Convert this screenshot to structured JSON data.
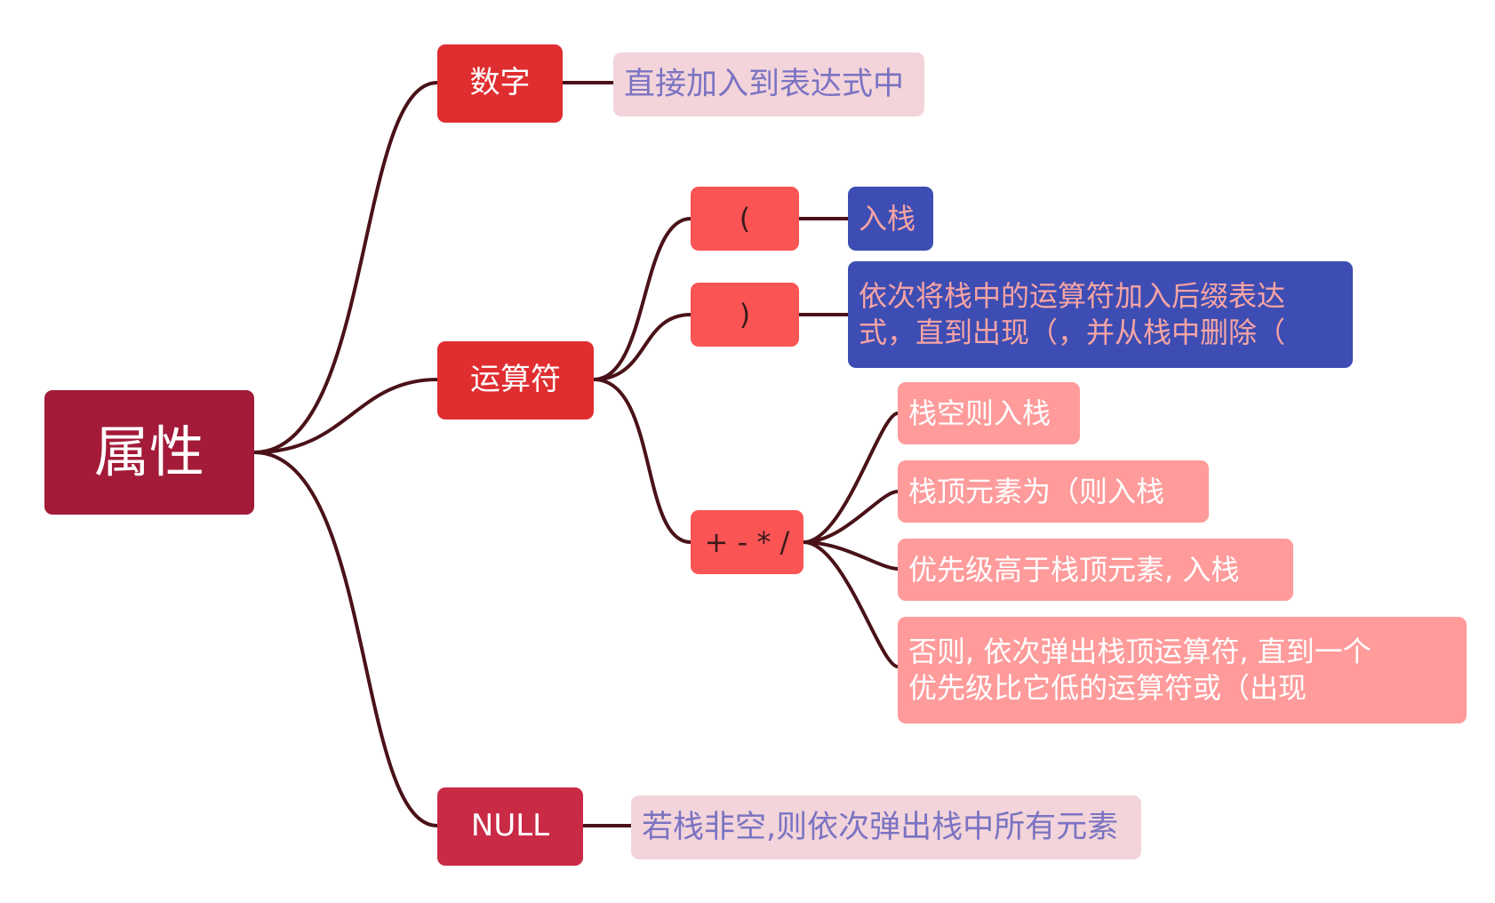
{
  "root": {
    "label": "属性",
    "color": "#a31b38"
  },
  "branches": {
    "number": {
      "label": "数字",
      "color": "#e02e30",
      "detail": "直接加入到表达式中"
    },
    "operator": {
      "label": "运算符",
      "color": "#e02e30",
      "children": {
        "open_paren": {
          "label": "(",
          "detail": "入栈"
        },
        "close_paren": {
          "label": ")",
          "detail": "依次将栈中的运算符加入后缀表达\n式，直到出现（，并从栈中删除（"
        },
        "arith": {
          "label": "+ - * /",
          "details": [
            "栈空则入栈",
            "栈顶元素为（则入栈",
            "优先级高于栈顶元素, 入栈",
            "否则, 依次弹出栈顶运算符, 直到一个\n优先级比它低的运算符或（出现"
          ]
        }
      }
    },
    "null": {
      "label": "NULL",
      "color": "#c92a45",
      "detail": "若栈非空,则依次弹出栈中所有元素"
    }
  },
  "colors": {
    "connector": "#4a1218",
    "sub_node": "#fb5455",
    "leaf_pink": "#f2d4da",
    "leaf_blue": "#3e4db3",
    "leaf_salmon": "#ff9b9b"
  }
}
